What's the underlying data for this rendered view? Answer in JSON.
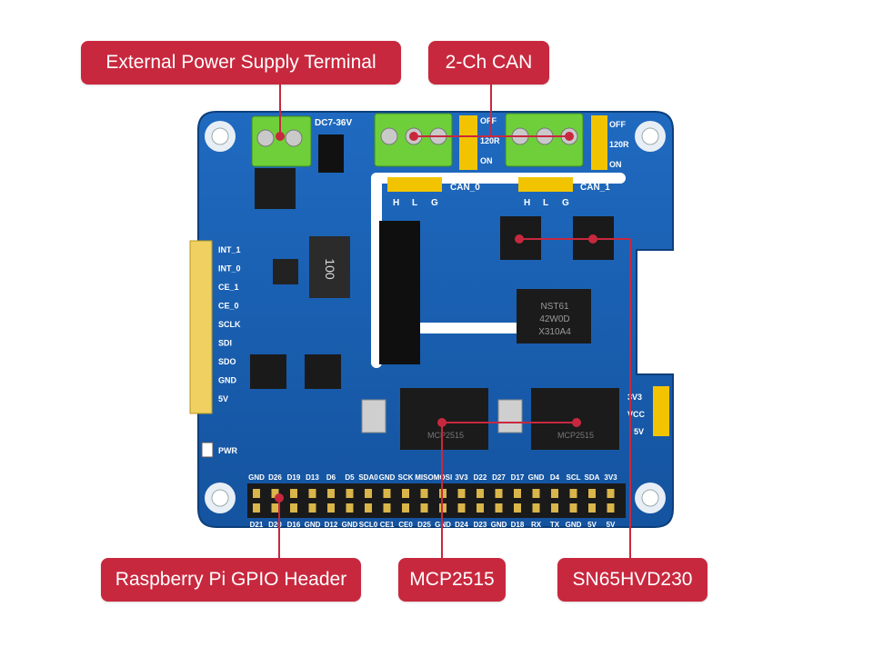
{
  "callouts": {
    "power": "External Power Supply Terminal",
    "can": "2-Ch CAN",
    "gpio": "Raspberry Pi GPIO Header",
    "mcp": "MCP2515",
    "sn": "SN65HVD230"
  },
  "silkscreen": {
    "dc_input": "DC7-36V",
    "off": "OFF",
    "resistor": "120R",
    "on": "ON",
    "can0": "CAN_0",
    "can1": "CAN_1",
    "h": "H",
    "l": "L",
    "g": "G",
    "pwr": "PWR",
    "v33": "3V3",
    "vcc": "VCC",
    "v5": "5V",
    "inductor": "100",
    "chip_top1": "NST61",
    "chip_top2": "42W0D",
    "chip_top3": "X310A4",
    "chip_mcp": "MCP2515",
    "chip_mcp_b": "MCP2515",
    "left_header": [
      "INT_1",
      "INT_0",
      "CE_1",
      "CE_0",
      "SCLK",
      "SDI",
      "SDO",
      "GND",
      "5V"
    ],
    "gpio_top": [
      "GND",
      "D26",
      "D19",
      "D13",
      "D6",
      "D5",
      "SDA0",
      "GND",
      "SCK",
      "MISO",
      "MOSI",
      "3V3",
      "D22",
      "D27",
      "D17",
      "GND",
      "D4",
      "SCL",
      "SDA",
      "3V3"
    ],
    "gpio_bottom": [
      "D21",
      "D20",
      "D16",
      "GND",
      "D12",
      "GND",
      "SCL0",
      "CE1",
      "CE0",
      "D25",
      "GND",
      "D24",
      "D23",
      "GND",
      "D18",
      "RX",
      "TX",
      "GND",
      "5V",
      "5V"
    ]
  },
  "colors": {
    "callout": "#c8283e",
    "pcb": "#1a5fb4",
    "terminal": "#6fcf3a",
    "jumper": "#f2c400",
    "header_pin": "#f0d060"
  }
}
